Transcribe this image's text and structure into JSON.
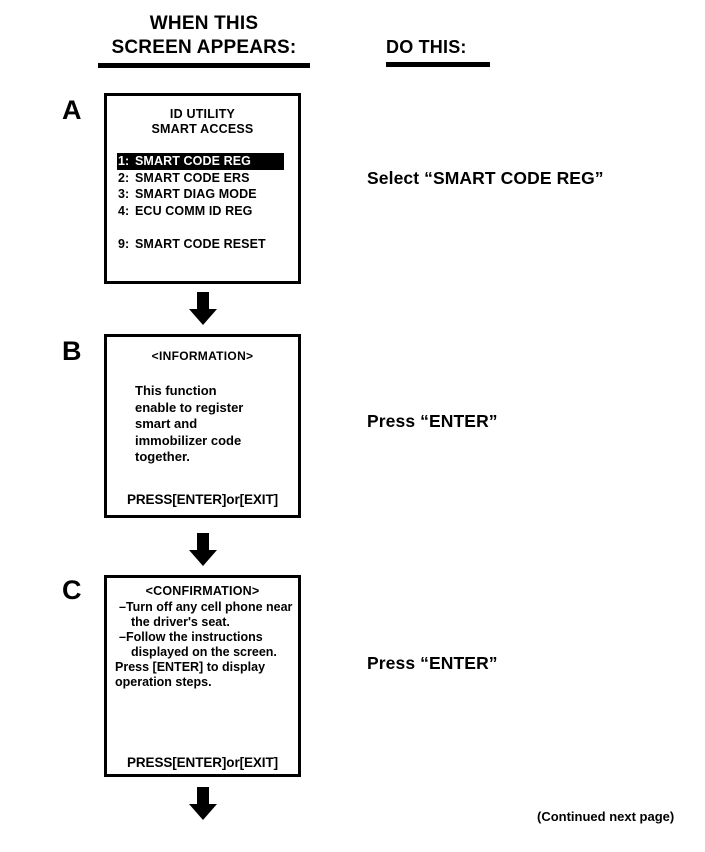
{
  "headers": {
    "left_line1": "WHEN THIS",
    "left_line2": "SCREEN APPEARS:",
    "right": "DO THIS:"
  },
  "steps": [
    {
      "letter": "A",
      "action": "Select “SMART CODE REG”",
      "screen": {
        "title_line1": "ID UTILITY",
        "title_line2": "SMART ACCESS",
        "menu": [
          {
            "num": "1:",
            "label": "SMART CODE REG",
            "selected": true
          },
          {
            "num": "2:",
            "label": "SMART CODE ERS",
            "selected": false
          },
          {
            "num": "3:",
            "label": "SMART DIAG MODE",
            "selected": false
          },
          {
            "num": "4:",
            "label": "ECU COMM ID REG",
            "selected": false
          },
          {
            "num": "9:",
            "label": "SMART CODE RESET",
            "selected": false
          }
        ]
      }
    },
    {
      "letter": "B",
      "action": "Press “ENTER”",
      "screen": {
        "title": "<INFORMATION>",
        "body_lines": [
          "This function",
          "enable to register",
          "smart and",
          "immobilizer  code",
          "together."
        ],
        "footer": "PRESS[ENTER]or[EXIT]"
      }
    },
    {
      "letter": "C",
      "action": "Press “ENTER”",
      "screen": {
        "title": "<CONFIRMATION>",
        "bullets": [
          "–Turn off any cell phone near the driver's seat.",
          "–Follow the instructions displayed on the screen."
        ],
        "note": "Press [ENTER] to display operation steps.",
        "footer": "PRESS[ENTER]or[EXIT]"
      }
    }
  ],
  "icons": {
    "flow_arrow": "arrow-down-icon"
  },
  "footer_note": "(Continued next page)",
  "colors": {
    "ink": "#000000",
    "paper": "#ffffff",
    "highlight_bg": "#000000",
    "highlight_fg": "#ffffff"
  }
}
